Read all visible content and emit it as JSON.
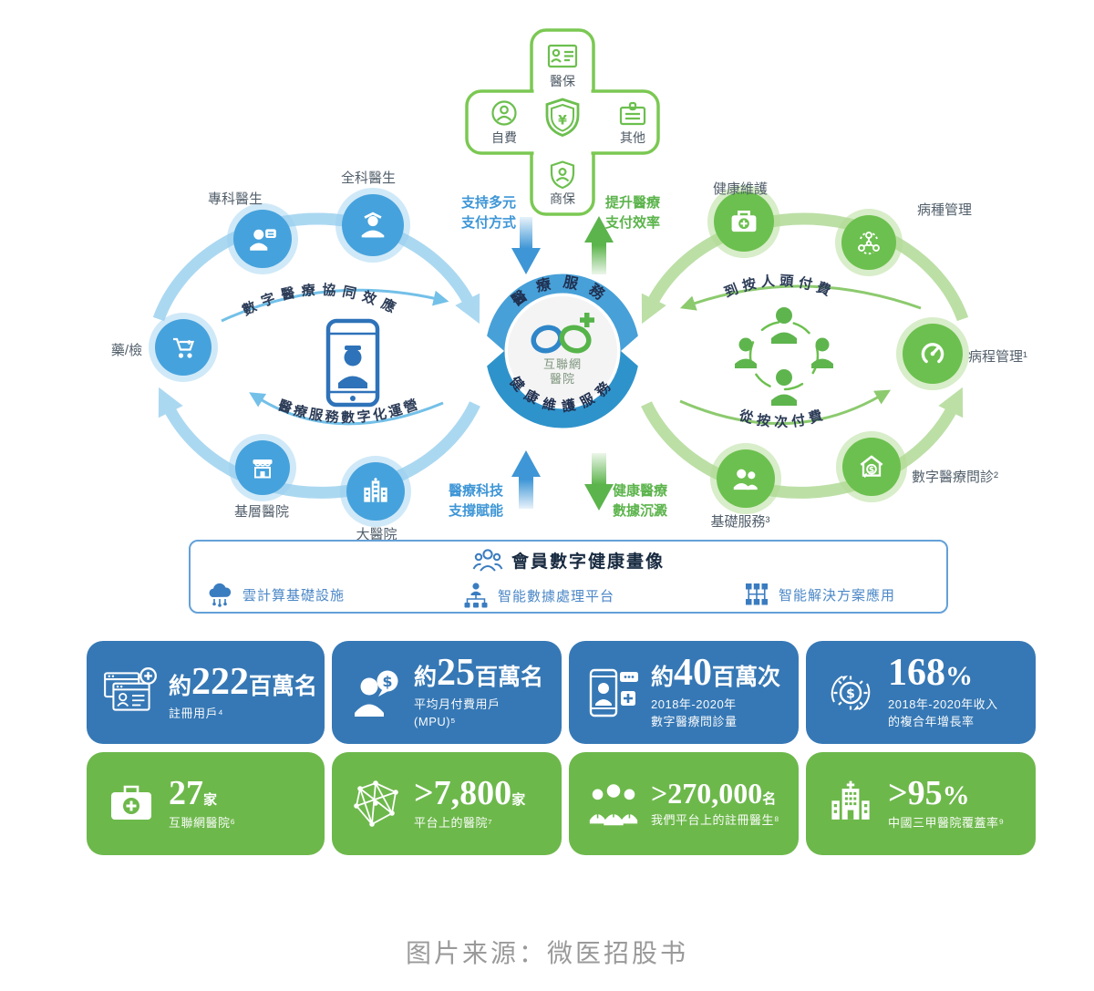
{
  "cross": {
    "top_label": "醫保",
    "left_label": "自費",
    "right_label": "其他",
    "bottom_label": "商保",
    "shield_symbol": "¥"
  },
  "flows": {
    "pay_methods_l1": "支持多元",
    "pay_methods_l2": "支付方式",
    "pay_efficiency_l1": "提升醫療",
    "pay_efficiency_l2": "支付效率",
    "tech_enable_l1": "醫療科技",
    "tech_enable_l2": "支撐賦能",
    "data_deposit_l1": "健康醫療",
    "data_deposit_l2": "數據沉澱"
  },
  "hub": {
    "arc_top": "醫療服務",
    "arc_bottom": "健康維護服務",
    "center_l1": "互聯網",
    "center_l2": "醫院"
  },
  "left_circle": {
    "arc_top": "數字醫療協同效應",
    "arc_bottom": "醫療服務數字化運營",
    "nodes": [
      {
        "label": "專科醫生"
      },
      {
        "label": "全科醫生"
      },
      {
        "label": "藥/檢"
      },
      {
        "label": "基層醫院"
      },
      {
        "label": "大醫院"
      }
    ]
  },
  "right_circle": {
    "arc_top": "到按人頭付費",
    "arc_bottom": "從按次付費",
    "nodes": [
      {
        "label": "健康維護"
      },
      {
        "label": "病種管理"
      },
      {
        "label": "病程管理¹"
      },
      {
        "label": "數字醫療問診²"
      },
      {
        "label": "基礎服務³"
      }
    ]
  },
  "member_bar": {
    "title": "會員數字健康畫像",
    "items": [
      {
        "label": "雲計算基礎設施"
      },
      {
        "label": "智能數據處理平台"
      },
      {
        "label": "智能解決方案應用"
      }
    ]
  },
  "stats": [
    {
      "pre": "約",
      "num": "222",
      "unit": "百萬名",
      "lines": [
        "註冊用戶⁴"
      ]
    },
    {
      "pre": "約",
      "num": "25",
      "unit": "百萬名",
      "lines": [
        "平均月付費用戶",
        "(MPU)⁵"
      ]
    },
    {
      "pre": "約",
      "num": "40",
      "unit": "百萬次",
      "lines": [
        "2018年-2020年",
        "數字醫療問診量"
      ]
    },
    {
      "pre": "",
      "num": "168",
      "unit": "%",
      "lines": [
        "2018年-2020年收入",
        "的複合年增長率"
      ]
    },
    {
      "pre": "",
      "num": "27",
      "unit": "家",
      "lines": [
        "互聯網醫院⁶"
      ]
    },
    {
      "pre": "",
      "num": ">7,800",
      "unit": "家",
      "lines": [
        "平台上的醫院⁷"
      ]
    },
    {
      "pre": "",
      "num": ">270,000",
      "unit": "名",
      "lines": [
        "我們平台上的註冊醫生⁸"
      ]
    },
    {
      "pre": "",
      "num": ">95",
      "unit": "%",
      "lines": [
        "中國三甲醫院覆蓋率⁹"
      ]
    }
  ],
  "caption": "图片来源：微医招股书",
  "colors": {
    "card_blue": "#3678b5",
    "card_green": "#6db84b",
    "node_blue": "#46a2dc",
    "node_green": "#6cc04f",
    "ring_blue": "#abd8f1",
    "ring_green": "#bcdfa6",
    "accent_blue": "#3e96d6",
    "accent_green": "#5cb44c",
    "cross_green": "#7bc853",
    "caption_gray": "#9a9a9a"
  }
}
